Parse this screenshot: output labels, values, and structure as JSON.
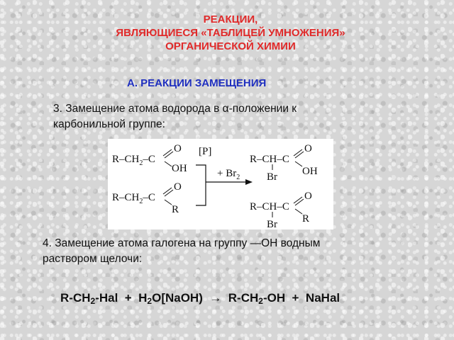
{
  "title": {
    "line1": "РЕАКЦИИ,",
    "line2": "ЯВЛЯЮЩИЕСЯ «ТАБЛИЦЕЙ УМНОЖЕНИЯ»",
    "line3": "ОРГАНИЧЕСКОЙ ХИМИИ"
  },
  "section_heading": "А. РЕАКЦИИ ЗАМЕЩЕНИЯ",
  "item3": {
    "line1": "3. Замещение атома водорода в α-положении к",
    "line2": "карбонильной группе:"
  },
  "scheme": {
    "r1_left": "R–CH",
    "r1_sub": "2",
    "r1_c": "–C",
    "r1_o": "O",
    "r1_oh": "OH",
    "r2_left": "R–CH",
    "r2_sub": "2",
    "r2_c": "–C",
    "r2_o": "O",
    "r2_r": "R",
    "catalyst": "[P]",
    "reagent_plus": "+ Br",
    "reagent_sub": "2",
    "p1_left": "R–CH–C",
    "p1_o": "O",
    "p1_oh": "OH",
    "p1_br": "Br",
    "p2_left": "R–CH–C",
    "p2_o": "O",
    "p2_r": "R",
    "p2_br": "Br"
  },
  "item4": {
    "line1": "4. Замещение атома галогена на группу —OH водным",
    "line2": "раствором щелочи:"
  },
  "equation": {
    "t1": "R-CH",
    "s1": "2",
    "t2": "-Hal  +  H",
    "s2": "2",
    "t3": "O[NaOH)  →  R-CH",
    "s3": "2",
    "t4": "-OH  +  NaHal"
  },
  "colors": {
    "title": "#e02a2a",
    "section": "#1f2fbf",
    "text": "#111111"
  }
}
